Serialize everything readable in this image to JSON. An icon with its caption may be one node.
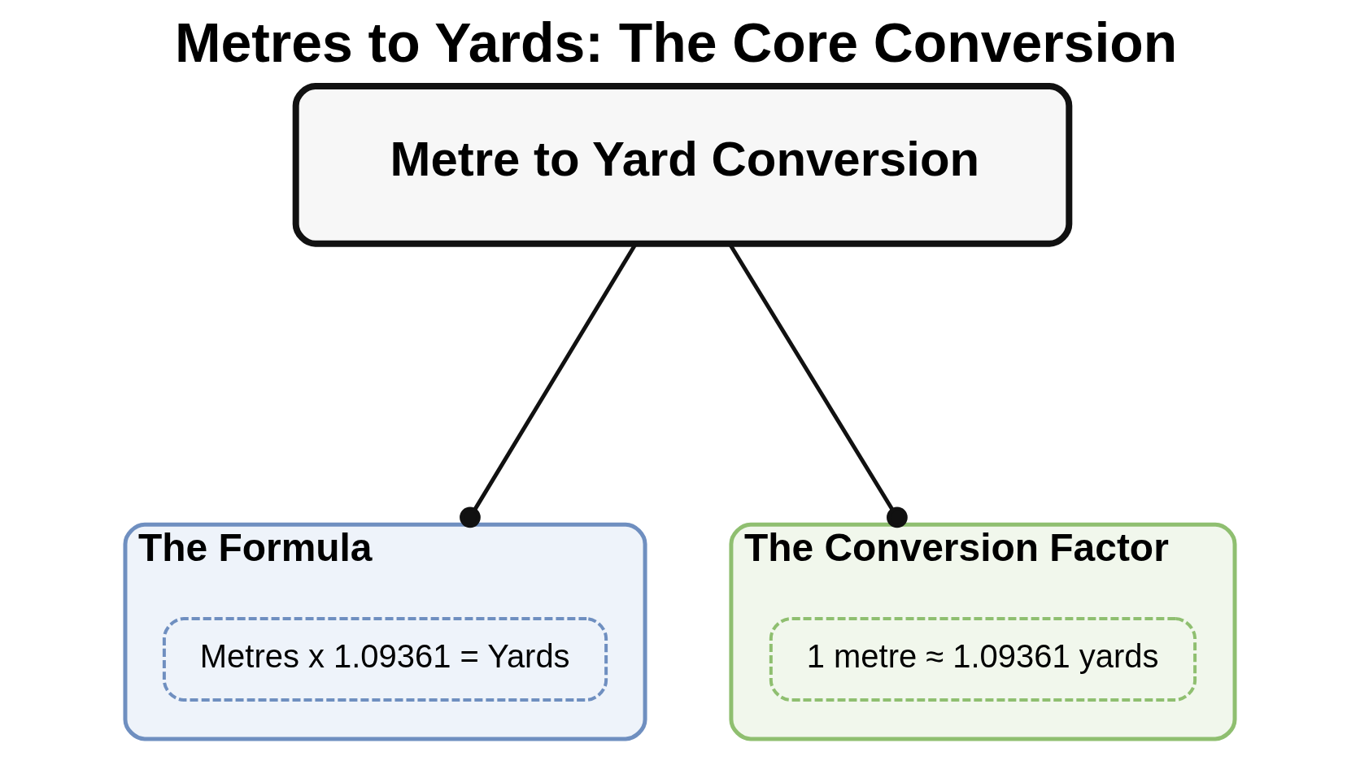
{
  "diagram": {
    "title": "Metres to Yards: The Core Conversion",
    "nodes": [
      {
        "text": [
          "Metre to Yard Conversion"
        ]
      },
      {
        "text": [
          "The Formula"
        ]
      },
      {
        "text": [
          "Metres x 1.09361 = Yards"
        ],
        "in": 1
      },
      {
        "text": [
          "The Conversion Factor"
        ]
      },
      {
        "text": [
          "1 metre ≈ 1.09361 yards"
        ],
        "in": 3
      }
    ],
    "edges": [
      {
        "from": 0,
        "to": 1,
        "arrow": "other"
      },
      {
        "from": 0,
        "to": 3,
        "arrow": "other"
      }
    ]
  }
}
